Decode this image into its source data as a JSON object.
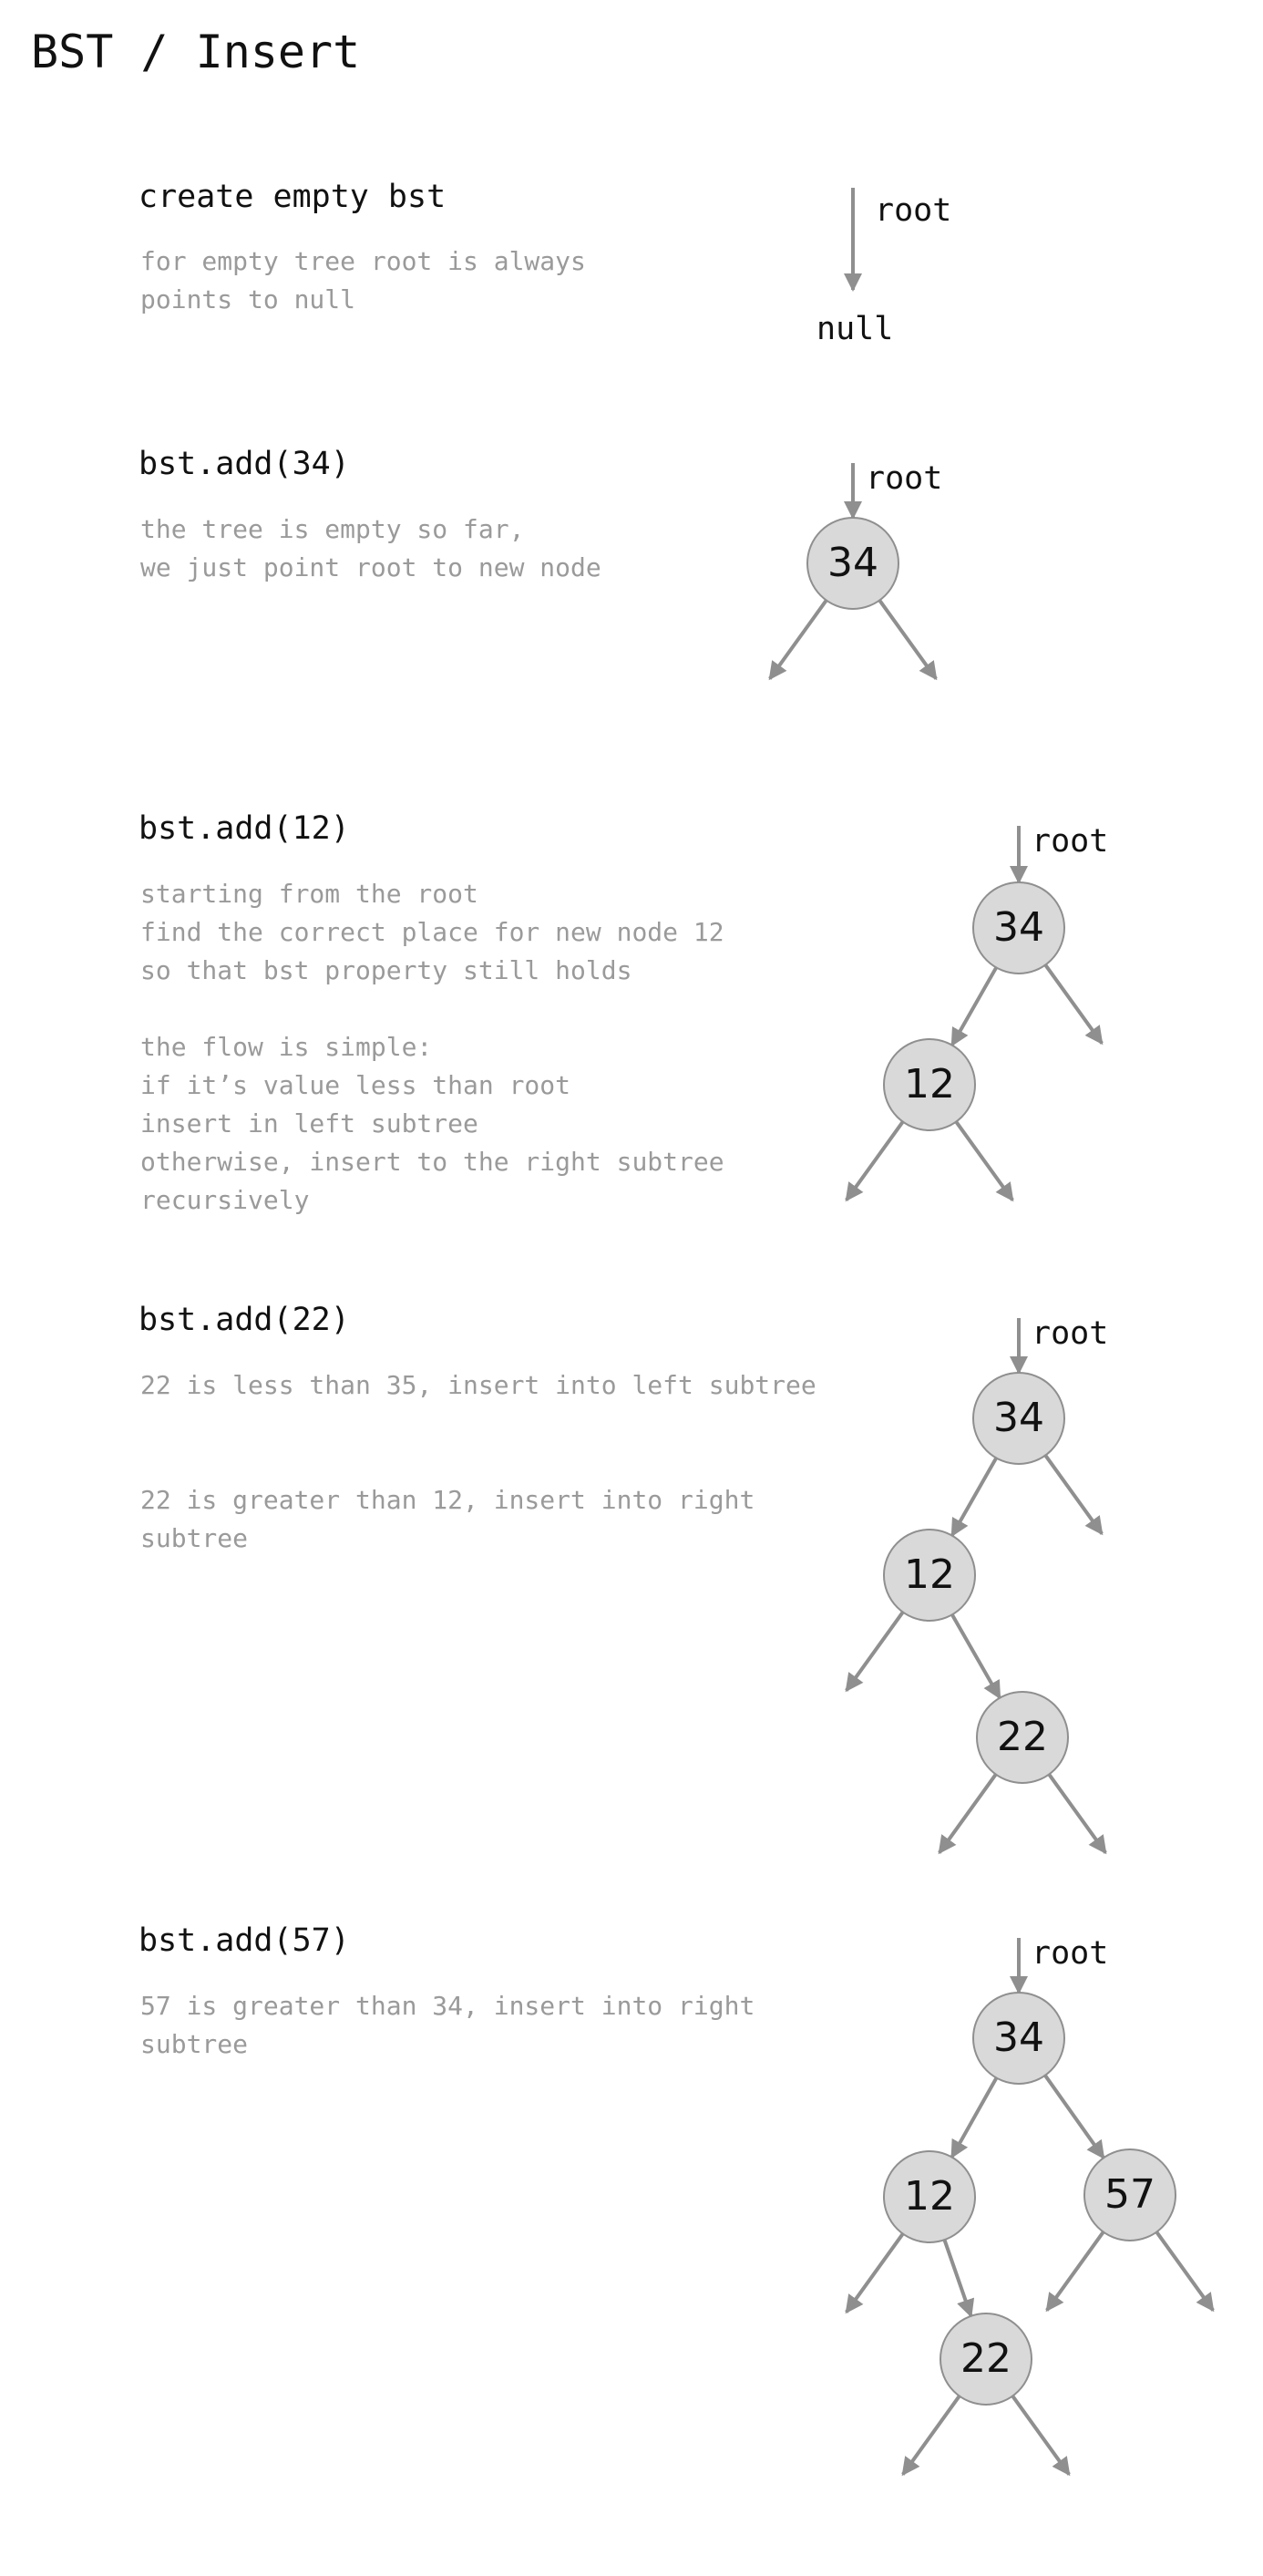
{
  "title": "BST / Insert",
  "colors": {
    "edge": "#8f8f8f",
    "node_fill": "#d9d9d9",
    "description": "#9a9a9a",
    "text": "#111111"
  },
  "steps": [
    {
      "heading": "create empty bst",
      "description": [
        "for empty tree root is always",
        "points to null"
      ],
      "tree": {
        "root_label": "root",
        "empty_label": "null",
        "nodes": [],
        "edges": []
      }
    },
    {
      "heading": "bst.add(34)",
      "description": [
        "the tree is empty so far,",
        "we just point root to new node"
      ],
      "tree": {
        "root_label": "root",
        "nodes": [
          {
            "id": "n34",
            "value": "34",
            "left": null,
            "right": null
          }
        ]
      }
    },
    {
      "heading": "bst.add(12)",
      "description": [
        "starting from the root",
        "find the correct place for new node 12",
        "so that bst property still holds",
        "",
        "the flow is simple:",
        "if it’s value less than root",
        "insert in left subtree",
        "otherwise, insert to the right subtree",
        "recursively"
      ],
      "tree": {
        "root_label": "root",
        "nodes": [
          {
            "id": "n34",
            "value": "34",
            "left": "n12",
            "right": null
          },
          {
            "id": "n12",
            "value": "12",
            "left": null,
            "right": null
          }
        ]
      }
    },
    {
      "heading": "bst.add(22)",
      "description": [
        "22 is less than 35, insert into left subtree",
        "",
        "",
        "22 is greater than 12, insert into right",
        "subtree"
      ],
      "tree": {
        "root_label": "root",
        "nodes": [
          {
            "id": "n34",
            "value": "34",
            "left": "n12",
            "right": null
          },
          {
            "id": "n12",
            "value": "12",
            "left": null,
            "right": "n22"
          },
          {
            "id": "n22",
            "value": "22",
            "left": null,
            "right": null
          }
        ]
      }
    },
    {
      "heading": "bst.add(57)",
      "description": [
        "57 is greater than 34, insert into right",
        "subtree"
      ],
      "tree": {
        "root_label": "root",
        "nodes": [
          {
            "id": "n34",
            "value": "34",
            "left": "n12",
            "right": "n57"
          },
          {
            "id": "n12",
            "value": "12",
            "left": null,
            "right": "n22"
          },
          {
            "id": "n57",
            "value": "57",
            "left": null,
            "right": null
          },
          {
            "id": "n22",
            "value": "22",
            "left": null,
            "right": null
          }
        ]
      }
    }
  ]
}
